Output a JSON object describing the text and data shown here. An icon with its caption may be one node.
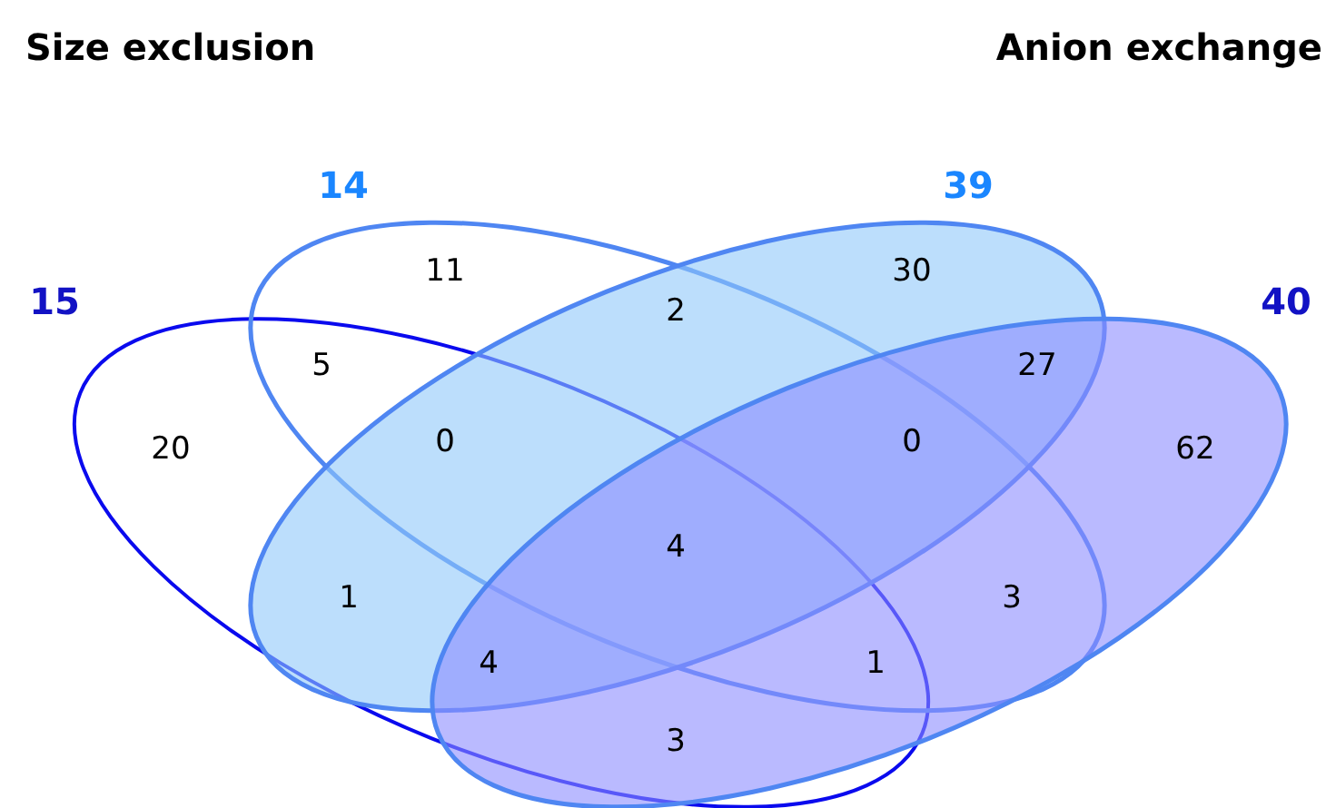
{
  "diagram": {
    "nodes": [
      {
        "text": [],
        "shape": "ellipse",
        "beside": [
          "15"
        ]
      },
      {
        "text": [],
        "shape": "ellipse",
        "beside": [
          "14"
        ]
      },
      {
        "text": [],
        "shape": "ellipse",
        "beside": [
          "39"
        ]
      },
      {
        "text": [],
        "shape": "ellipse",
        "beside": [
          "40"
        ]
      }
    ],
    "edges": [],
    "labels": [
      "Size exclusion",
      "Anion exchange",
      "11",
      "30",
      "2",
      "5",
      "27",
      "20",
      "0",
      "0",
      "62",
      "4",
      "1",
      "3",
      "4",
      "1",
      "3"
    ]
  }
}
